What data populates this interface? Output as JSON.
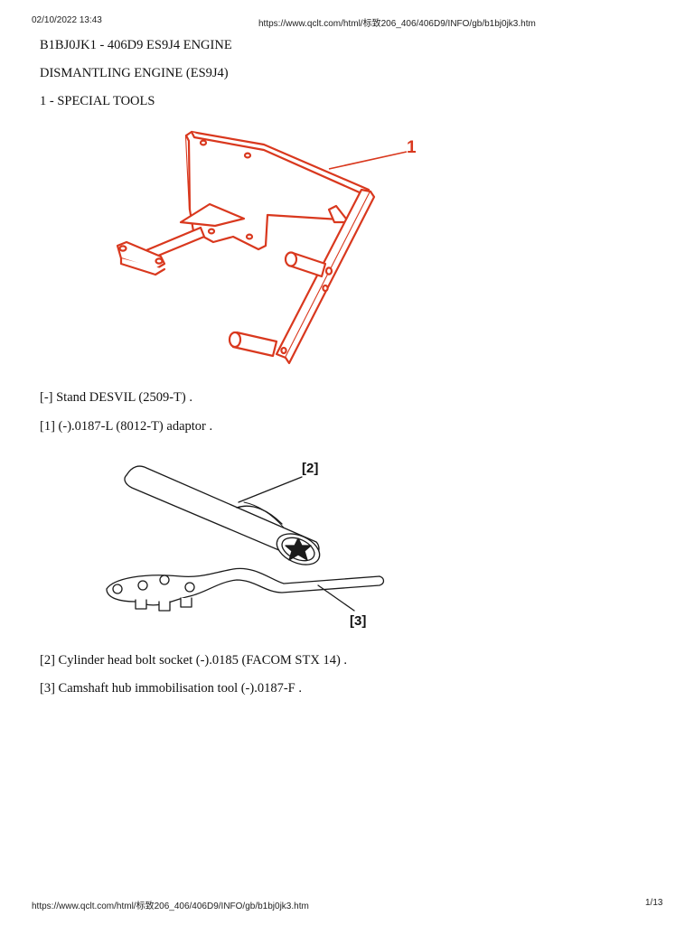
{
  "header": {
    "datetime": "02/10/2022 13:43",
    "url": "https://www.qclt.com/html/标致206_406/406D9/INFO/gb/b1bj0jk3.htm"
  },
  "document": {
    "code_title": "B1BJ0JK1 - 406D9 ES9J4 ENGINE",
    "section_title": "DISMANTLING ENGINE (ES9J4)",
    "subsection_title": "1 - SPECIAL TOOLS",
    "figure1": {
      "callout": "1",
      "colors": {
        "stroke": "#d9381e",
        "fill": "#ffffff"
      },
      "icon": "engine-stand-adaptor-drawing"
    },
    "tool_lines_1": [
      "[-] Stand DESVIL (2509-T) .",
      "[1] (-).0187-L (8012-T) adaptor ."
    ],
    "figure2": {
      "callout_socket": "[2]",
      "callout_tool": "[3]",
      "colors": {
        "stroke": "#1a1a1a"
      },
      "icon": "socket-and-hub-tool-drawing"
    },
    "tool_lines_2": [
      "[2] Cylinder head bolt socket (-).0185 (FACOM STX 14) .",
      "[3] Camshaft hub immobilisation tool (-).0187-F ."
    ]
  },
  "footer": {
    "url": "https://www.qclt.com/html/标致206_406/406D9/INFO/gb/b1bj0jk3.htm",
    "page": "1/13"
  }
}
